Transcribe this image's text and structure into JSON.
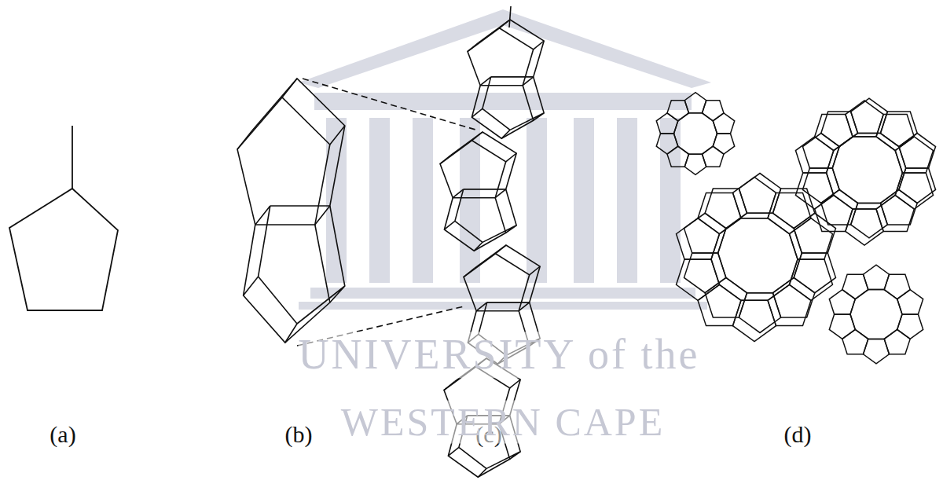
{
  "diagram": {
    "labels": [
      "(a)",
      "(b)",
      "(c)",
      "(d)",
      "UNIVERSITY of the",
      "WESTERN CAPE"
    ]
  }
}
